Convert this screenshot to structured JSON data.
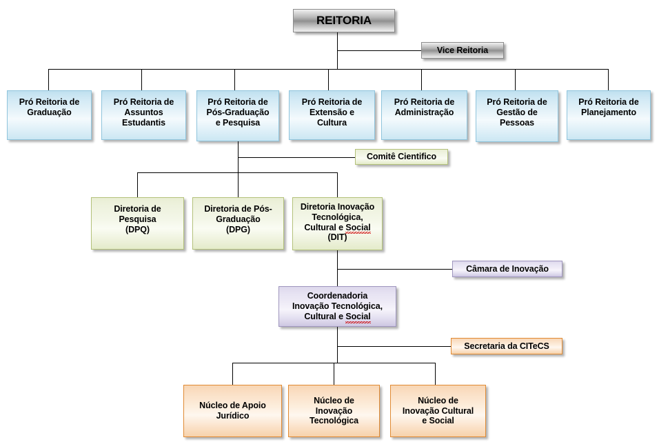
{
  "diagram": {
    "title_node": {
      "label": "REITORIA"
    },
    "vice": {
      "label": "Vice Reitoria"
    },
    "pro_reitorias": [
      {
        "label": "Pró Reitoria de\nGraduação"
      },
      {
        "label": "Pró Reitoria de\nAssuntos\nEstudantis"
      },
      {
        "label": "Pró Reitoria de\nPós-Graduação\ne Pesquisa"
      },
      {
        "label": "Pró Reitoria de\nExtensão e\nCultura"
      },
      {
        "label": "Pró Reitoria de\nAdministração"
      },
      {
        "label": "Pró Reitoria de\nGestão de\nPessoas"
      },
      {
        "label": "Pró Reitoria de\nPlanejamento"
      }
    ],
    "comite": {
      "label": "Comitê Cientifico"
    },
    "diretorias": [
      {
        "label": "Diretoria de\nPesquisa\n(DPQ)"
      },
      {
        "label": "Diretoria de Pós-\nGraduação\n(DPG)"
      },
      {
        "line1": "Diretoria Inovação",
        "line2": "Tecnológica,",
        "line3_pre": "Cultural e ",
        "line3_flagged": "Social",
        "line4": "(DIT)"
      }
    ],
    "camara": {
      "label": "Câmara de Inovação"
    },
    "coordenadoria": {
      "line1": "Coordenadoria",
      "line2": "Inovação Tecnológica,",
      "line3_pre": "Cultural e ",
      "line3_flagged": "Social"
    },
    "secretaria": {
      "label": "Secretaria da CITeCS"
    },
    "nucleos": [
      {
        "label": "Núcleo de Apoio\nJurídico"
      },
      {
        "label": "Núcleo de\nInovação\nTecnológica"
      },
      {
        "label": "Núcleo de\nInovação Cultural\ne Social"
      }
    ],
    "colors": {
      "silver": "#8f8f8f",
      "blue": "#cfe8f4",
      "green": "#eef2de",
      "purple": "#e6e2f2",
      "orange": "#fae0c6",
      "line": "#000000"
    }
  }
}
